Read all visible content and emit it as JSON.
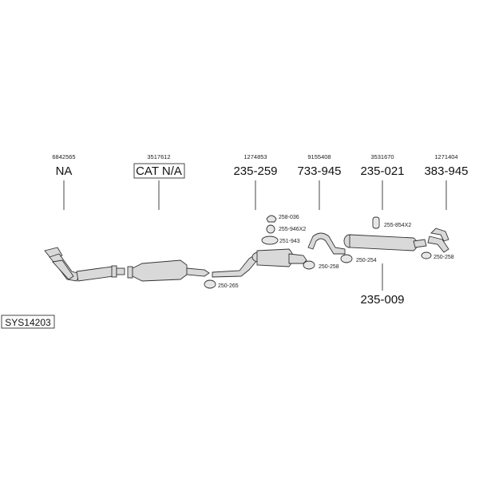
{
  "system_code": "SYS14203",
  "columns": [
    {
      "ref": "6842565",
      "part": "NA"
    },
    {
      "ref": "3517612",
      "part": "CAT N/A"
    },
    {
      "ref": "1274853",
      "part": "235-259"
    },
    {
      "ref": "9155408",
      "part": "733-945"
    },
    {
      "ref": "3531670",
      "part": "235-021"
    },
    {
      "ref": "1271404",
      "part": "383-945"
    }
  ],
  "extra_part": "235-009",
  "hardware": [
    {
      "label": "258-036"
    },
    {
      "label": "255-946X2"
    },
    {
      "label": "251-943"
    },
    {
      "label": "255-854X2"
    },
    {
      "label": "250-254"
    },
    {
      "label": "250-258"
    },
    {
      "label": "250-258"
    },
    {
      "label": "250-265"
    }
  ]
}
